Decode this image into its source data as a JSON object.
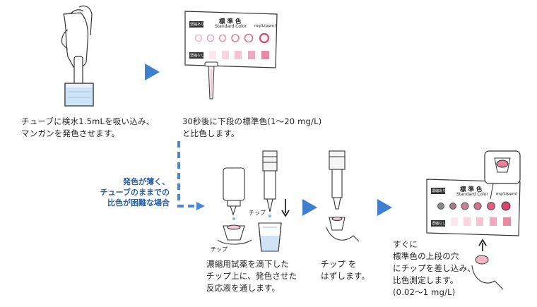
{
  "steps": {
    "step1": {
      "lines": [
        "チューブに検水1.5mLを吸い込み、",
        "マンガンを発色させます。"
      ]
    },
    "step2": {
      "lines": [
        "30秒後に下段の標準色(1～20 mg/L)",
        "と比色します。"
      ]
    },
    "step3": {
      "lines": [
        "濃縮用試薬を滴下した",
        "チップ上に、発色させた",
        "反応液を通します。"
      ]
    },
    "step4": {
      "lines": [
        "チップ を",
        "はずします。"
      ]
    },
    "step5": {
      "lines": [
        "すぐに",
        "標準色の上段の穴",
        "にチップを差し込み、",
        "比色測定します。",
        "(0.02～1 mg/L)"
      ]
    }
  },
  "branch_note": {
    "lines": [
      "発色が薄く、",
      "チューブのままでの",
      "比色が困難な場合"
    ]
  },
  "color_card": {
    "title": "標 準 色",
    "subtitle": "Standard Color",
    "unit": "mg/L(ppm)",
    "row_concentrated": "濃縮あり",
    "row_plain": "濃縮なし"
  },
  "labels": {
    "chip_a": "チップ",
    "chip_b": "チップ"
  },
  "colors": {
    "arrow_blue": "#3f7fd0",
    "dashed_blue": "#4a86d6",
    "pink_light": "#f6d3dc",
    "pink_mid": "#ee9fb4",
    "pink_dark": "#d9607f",
    "note_blue": "#2b5fa8"
  }
}
